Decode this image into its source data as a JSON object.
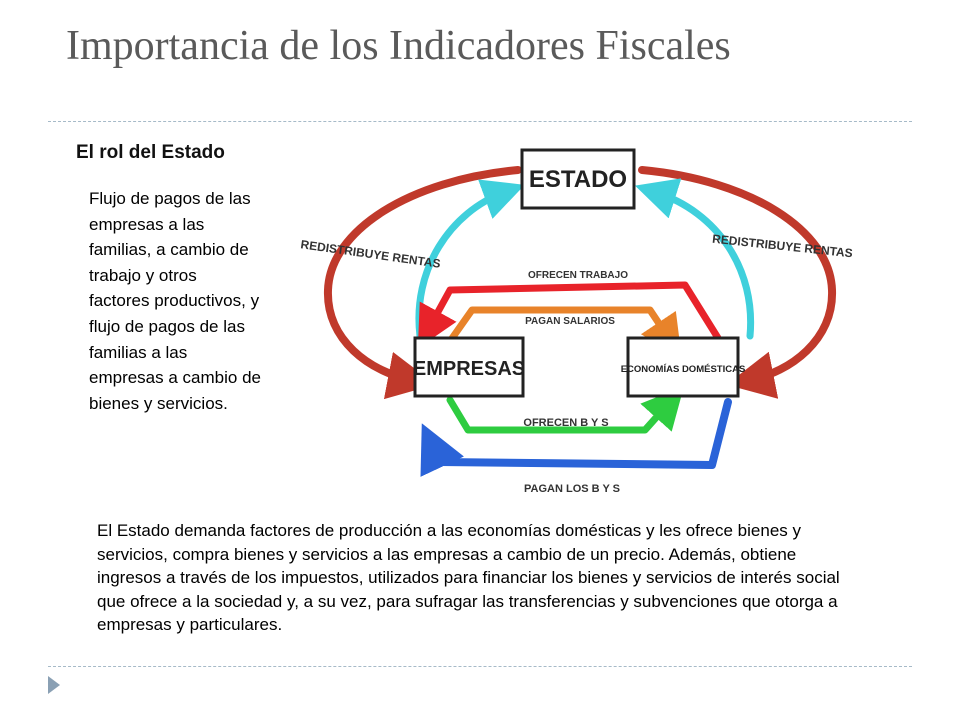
{
  "title": "Importancia de los Indicadores Fiscales",
  "subtitle": "El rol del Estado",
  "side_text": "Flujo de pagos de las empresas a las familias, a cambio de trabajo y otros factores productivos, y flujo de pagos de las familias a las empresas a cambio de bienes y servicios.",
  "bottom_text": "El Estado demanda factores de producción a las economías domésticas y les ofrece bienes y servicios, compra bienes y servicios a las empresas a cambio de un precio. Además, obtiene ingresos a través de los impuestos, utilizados para financiar los bienes y servicios de interés social que ofrece a la sociedad y, a su vez, para sufragar las transferencias y subvenciones que otorga a empresas y particulares.",
  "diagram": {
    "boxes": {
      "estado": "ESTADO",
      "empresas": "EMPRESAS",
      "economias": "ECONOMÍAS DOMÉSTICAS"
    },
    "labels": {
      "redistribuye_left": "REDISTRIBUYE RENTAS",
      "redistribuye_right": "REDISTRIBUYE RENTAS",
      "ofrecen_trabajo": "OFRECEN TRABAJO",
      "pagan_salarios": "PAGAN SALARIOS",
      "ofrecen_bys": "OFRECEN B Y S",
      "pagan_bys": "PAGAN LOS B Y S"
    },
    "colors": {
      "dark_red": "#c0392b",
      "cyan": "#3fd0dc",
      "red": "#e8232a",
      "orange": "#e8832a",
      "green": "#2ecc40",
      "blue": "#2a63d8",
      "box_border": "#222222"
    }
  }
}
